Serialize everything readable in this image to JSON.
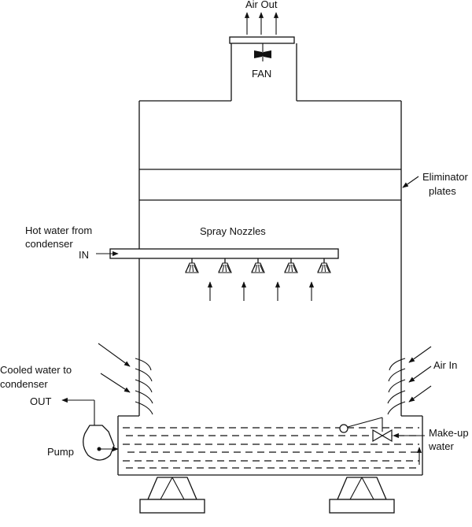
{
  "labels": {
    "air_out": "Air Out",
    "fan": "FAN",
    "eliminator_line1": "Eliminator",
    "eliminator_line2": "plates",
    "hot_water_line1": "Hot water from",
    "hot_water_line2": "condenser",
    "hot_water_in": "IN",
    "spray_nozzles": "Spray Nozzles",
    "cooled_line1": "Cooled water to",
    "cooled_line2": "condenser",
    "cooled_out": "OUT",
    "air_in": "Air In",
    "pump": "Pump",
    "makeup_line1": "Make-up",
    "makeup_line2": "water"
  },
  "spray_nozzle_count": 5,
  "updraft_arrow_count": 4
}
